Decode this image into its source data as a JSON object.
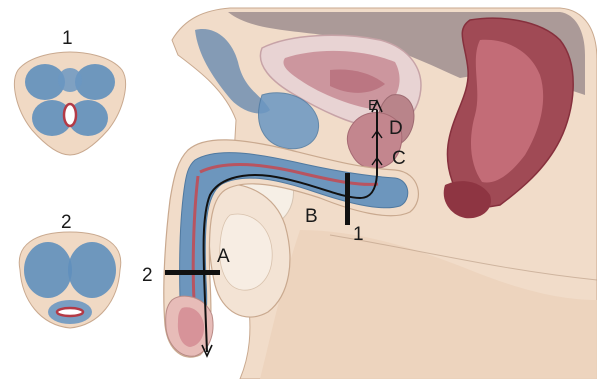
{
  "section_labels": {
    "cross_section_1": "1",
    "cross_section_2": "2",
    "cut_line_1": "1",
    "cut_line_2": "2"
  },
  "path_labels": {
    "a": "A",
    "b": "B",
    "c": "C",
    "d": "D",
    "e": "E"
  }
}
